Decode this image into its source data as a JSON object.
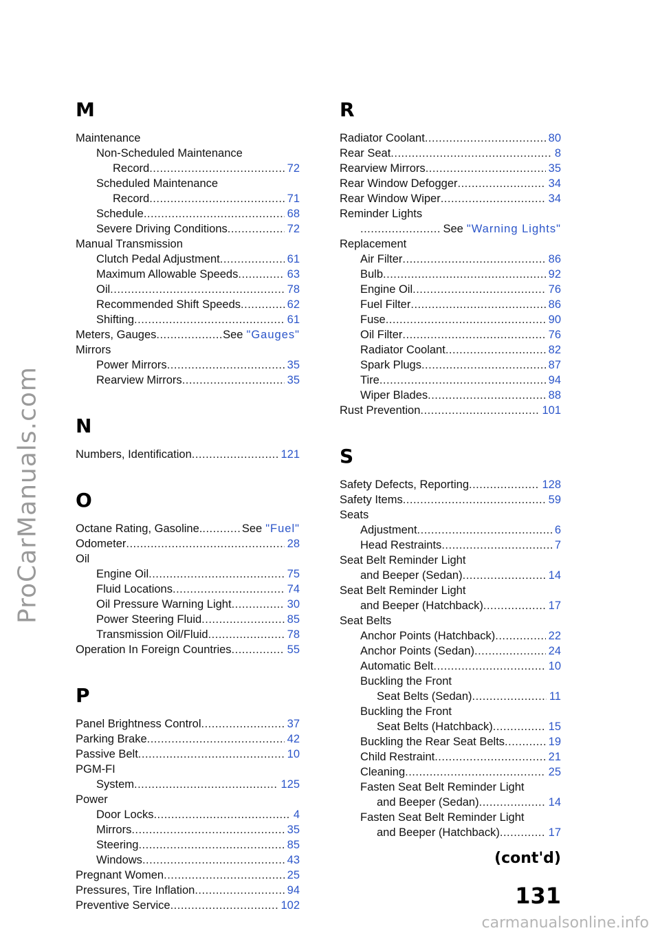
{
  "watermark": "ProCarManuals.com",
  "footer": {
    "contd": "(cont'd)",
    "page_number": "131",
    "site": "carmanualsonline.info"
  },
  "left_column": [
    {
      "letter": "M",
      "entries": [
        {
          "text": "Maintenance",
          "level": 0
        },
        {
          "text": "Non-Scheduled Maintenance",
          "level": 1
        },
        {
          "text": "Record",
          "level": 2,
          "page": "72"
        },
        {
          "text": "Scheduled Maintenance",
          "level": 1
        },
        {
          "text": "Record",
          "level": 2,
          "page": "71"
        },
        {
          "text": "Schedule",
          "level": 1,
          "page": "68"
        },
        {
          "text": "Severe Driving Conditions",
          "level": 1,
          "page": "72"
        },
        {
          "text": "Manual Transmission",
          "level": 0
        },
        {
          "text": "Clutch Pedal Adjustment",
          "level": 1,
          "page": "61"
        },
        {
          "text": "Maximum Allowable Speeds",
          "level": 1,
          "page": "63"
        },
        {
          "text": "Oil",
          "level": 1,
          "page": "78"
        },
        {
          "text": "Recommended Shift Speeds",
          "level": 1,
          "page": "62"
        },
        {
          "text": "Shifting",
          "level": 1,
          "page": "61"
        },
        {
          "text": "Meters, Gauges",
          "level": 0,
          "see": "See",
          "ref": "\"Gauges\""
        },
        {
          "text": "Mirrors",
          "level": 0
        },
        {
          "text": "Power Mirrors",
          "level": 1,
          "page": "35"
        },
        {
          "text": "Rearview Mirrors",
          "level": 1,
          "page": "35"
        }
      ]
    },
    {
      "letter": "N",
      "entries": [
        {
          "text": "Numbers, Identification",
          "level": 0,
          "page": "121"
        }
      ]
    },
    {
      "letter": "O",
      "entries": [
        {
          "text": "Octane Rating, Gasoline.",
          "level": 0,
          "see": "See",
          "ref": "\"Fuel\""
        },
        {
          "text": "Odometer",
          "level": 0,
          "page": "28"
        },
        {
          "text": "Oil",
          "level": 0
        },
        {
          "text": "Engine Oil",
          "level": 1,
          "page": "75"
        },
        {
          "text": "Fluid Locations",
          "level": 1,
          "page": "74"
        },
        {
          "text": "Oil Pressure Warning Light",
          "level": 1,
          "page": "30"
        },
        {
          "text": "Power Steering Fluid",
          "level": 1,
          "page": "85"
        },
        {
          "text": "Transmission Oil/Fluid",
          "level": 1,
          "page": "78"
        },
        {
          "text": "Operation In Foreign Countries",
          "level": 0,
          "page": "55"
        }
      ]
    },
    {
      "letter": "P",
      "entries": [
        {
          "text": "Panel Brightness Control",
          "level": 0,
          "page": "37"
        },
        {
          "text": "Parking Brake",
          "level": 0,
          "page": "42"
        },
        {
          "text": "Passive Belt",
          "level": 0,
          "page": "10"
        },
        {
          "text": "PGM-FI",
          "level": 0
        },
        {
          "text": "System",
          "level": 1,
          "page": "125"
        },
        {
          "text": "Power",
          "level": 0
        },
        {
          "text": "Door Locks",
          "level": 1,
          "page": "4"
        },
        {
          "text": "Mirrors",
          "level": 1,
          "page": "35"
        },
        {
          "text": "Steering",
          "level": 1,
          "page": "85"
        },
        {
          "text": "Windows",
          "level": 1,
          "page": "43"
        },
        {
          "text": "Pregnant Women",
          "level": 0,
          "page": "25"
        },
        {
          "text": "Pressures, Tire Inflation",
          "level": 0,
          "page": "94"
        },
        {
          "text": "Preventive Service",
          "level": 0,
          "page": "102"
        }
      ]
    }
  ],
  "right_column": [
    {
      "letter": "R",
      "entries": [
        {
          "text": "Radiator Coolant",
          "level": 0,
          "page": "80"
        },
        {
          "text": "Rear Seat",
          "level": 0,
          "page": "8"
        },
        {
          "text": "Rearview Mirrors",
          "level": 0,
          "page": "35"
        },
        {
          "text": "Rear Window Defogger",
          "level": 0,
          "page": "34"
        },
        {
          "text": "Rear Window Wiper",
          "level": 0,
          "page": "34"
        },
        {
          "text": "Reminder Lights",
          "level": 0
        },
        {
          "text": "",
          "level": 1,
          "see": "See",
          "ref": "\"Warning Lights\""
        },
        {
          "text": "Replacement",
          "level": 0
        },
        {
          "text": "Air Filter",
          "level": 1,
          "page": "86"
        },
        {
          "text": "Bulb",
          "level": 1,
          "page": "92"
        },
        {
          "text": "Engine Oil",
          "level": 1,
          "page": "76"
        },
        {
          "text": "Fuel Filter",
          "level": 1,
          "page": "86"
        },
        {
          "text": "Fuse",
          "level": 1,
          "page": "90"
        },
        {
          "text": "Oil Filter",
          "level": 1,
          "page": "76"
        },
        {
          "text": "Radiator Coolant",
          "level": 1,
          "page": "82"
        },
        {
          "text": "Spark Plugs",
          "level": 1,
          "page": "87"
        },
        {
          "text": "Tire",
          "level": 1,
          "page": "94"
        },
        {
          "text": "Wiper Blades",
          "level": 1,
          "page": "88"
        },
        {
          "text": "Rust Prevention",
          "level": 0,
          "page": "101"
        }
      ]
    },
    {
      "letter": "S",
      "entries": [
        {
          "text": "Safety Defects, Reporting",
          "level": 0,
          "page": "128"
        },
        {
          "text": "Safety Items",
          "level": 0,
          "page": "59"
        },
        {
          "text": "Seats",
          "level": 0
        },
        {
          "text": "Adjustment",
          "level": 1,
          "page": "6"
        },
        {
          "text": "Head Restraints",
          "level": 1,
          "page": "7"
        },
        {
          "text": "Seat Belt Reminder Light",
          "level": 0
        },
        {
          "text": "and Beeper (Sedan)",
          "level": 1,
          "page": "14"
        },
        {
          "text": "Seat Belt Reminder Light",
          "level": 0
        },
        {
          "text": "and Beeper (Hatchback)",
          "level": 1,
          "page": "17"
        },
        {
          "text": "Seat Belts",
          "level": 0
        },
        {
          "text": "Anchor Points (Hatchback)",
          "level": 1,
          "page": "22"
        },
        {
          "text": "Anchor Points (Sedan)",
          "level": 1,
          "page": "24"
        },
        {
          "text": "Automatic Belt",
          "level": 1,
          "page": "10"
        },
        {
          "text": "Buckling the Front",
          "level": 1
        },
        {
          "text": "Seat Belts (Sedan)",
          "level": 2,
          "page": "11"
        },
        {
          "text": "Buckling the Front",
          "level": 1
        },
        {
          "text": "Seat Belts (Hatchback)",
          "level": 2,
          "page": "15"
        },
        {
          "text": "Buckling the Rear Seat Belts",
          "level": 1,
          "page": "19"
        },
        {
          "text": "Child Restraint",
          "level": 1,
          "page": "21"
        },
        {
          "text": "Cleaning",
          "level": 1,
          "page": "25"
        },
        {
          "text": "Fasten Seat Belt Reminder Light",
          "level": 1
        },
        {
          "text": "and Beeper (Sedan)",
          "level": 2,
          "page": "14"
        },
        {
          "text": "Fasten Seat Belt Reminder Light",
          "level": 1
        },
        {
          "text": "and Beeper (Hatchback)",
          "level": 2,
          "page": "17"
        }
      ]
    }
  ]
}
